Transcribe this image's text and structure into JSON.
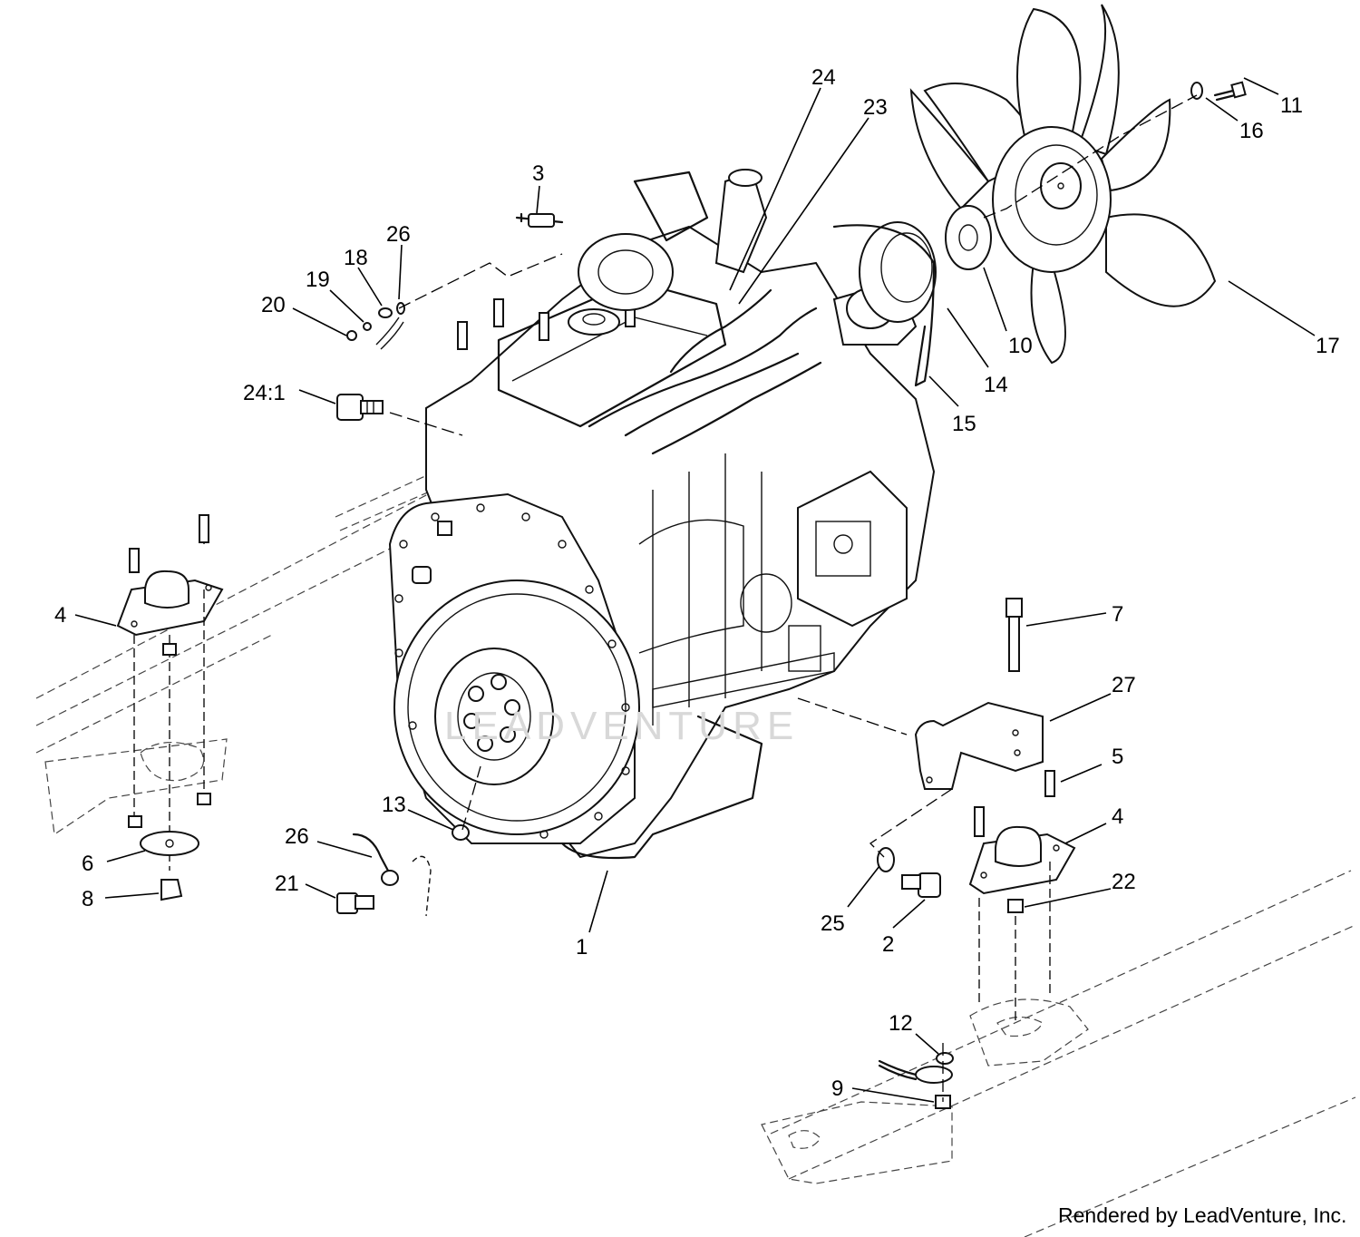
{
  "diagram": {
    "callouts": [
      "24",
      "23",
      "11",
      "16",
      "3",
      "26",
      "18",
      "19",
      "20",
      "24:1",
      "10",
      "14",
      "15",
      "17",
      "4",
      "7",
      "27",
      "5",
      "13",
      "26",
      "6",
      "21",
      "8",
      "1",
      "25",
      "2",
      "4",
      "22",
      "12",
      "9"
    ],
    "watermark": "LEADVENTURE",
    "credit": "Rendered by LeadVenture, Inc."
  }
}
